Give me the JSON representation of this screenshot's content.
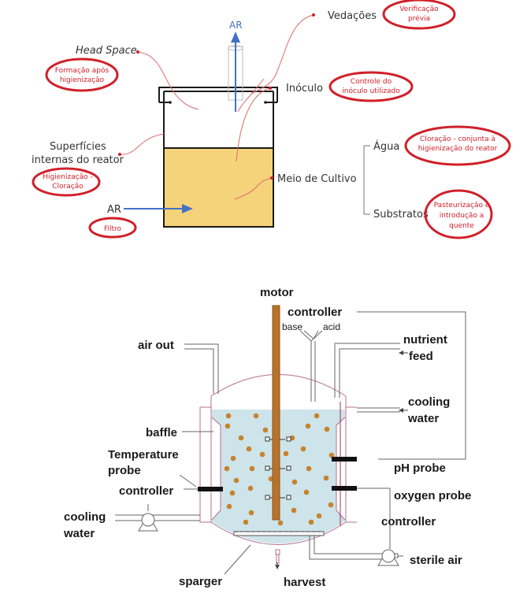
{
  "top_diagram": {
    "air_out_label": "AR",
    "air_in_label": "AR",
    "head_space": "Head Space",
    "vedacoes": "Vedações",
    "inoculo": "Inóculo",
    "superficies_line1": "Superfícies",
    "superficies_line2": "internas do reator",
    "meio_de_cultivo": "Meio de Cultivo",
    "agua": "Água",
    "substratos": "Substratos",
    "notes": {
      "head_space": [
        "Formação após",
        "higienização"
      ],
      "vedacoes": [
        "Verificação",
        "prévia"
      ],
      "inoculo": [
        "Controle do",
        "inóculo utilizado"
      ],
      "superficies": [
        "Higienização -",
        "Cloração"
      ],
      "agua": [
        "Cloração - conjunta à",
        "higienização do reator"
      ],
      "substratos": [
        "Pasteurização e",
        "introdução a",
        "quente"
      ],
      "ar": [
        "Filtro"
      ]
    },
    "colors": {
      "medium": "#f5d37a",
      "air_arrow": "#4472c4",
      "annotation": "#d0202a"
    }
  },
  "bottom_diagram": {
    "motor": "motor",
    "controller_top": "controller",
    "base": "base",
    "acid": "acid",
    "air_out": "air out",
    "nutrient_feed_1": "nutrient",
    "nutrient_feed_2": "feed",
    "cooling_water_right_1": "cooling",
    "cooling_water_right_2": "water",
    "baffle": "baffle",
    "temperature_probe_1": "Temperature",
    "temperature_probe_2": "probe",
    "controller_left": "controller",
    "ph_probe": "pH probe",
    "oxygen_probe": "oxygen probe",
    "controller_right": "controller",
    "cooling_water_left_1": "cooling",
    "cooling_water_left_2": "water",
    "sterile_air": "sterile air",
    "sparger": "sparger",
    "harvest": "harvest",
    "colors": {
      "liquid": "#cde4ea",
      "shaft": "#b8732a",
      "cells": "#c8822e",
      "vessel": "#b0708a"
    }
  }
}
